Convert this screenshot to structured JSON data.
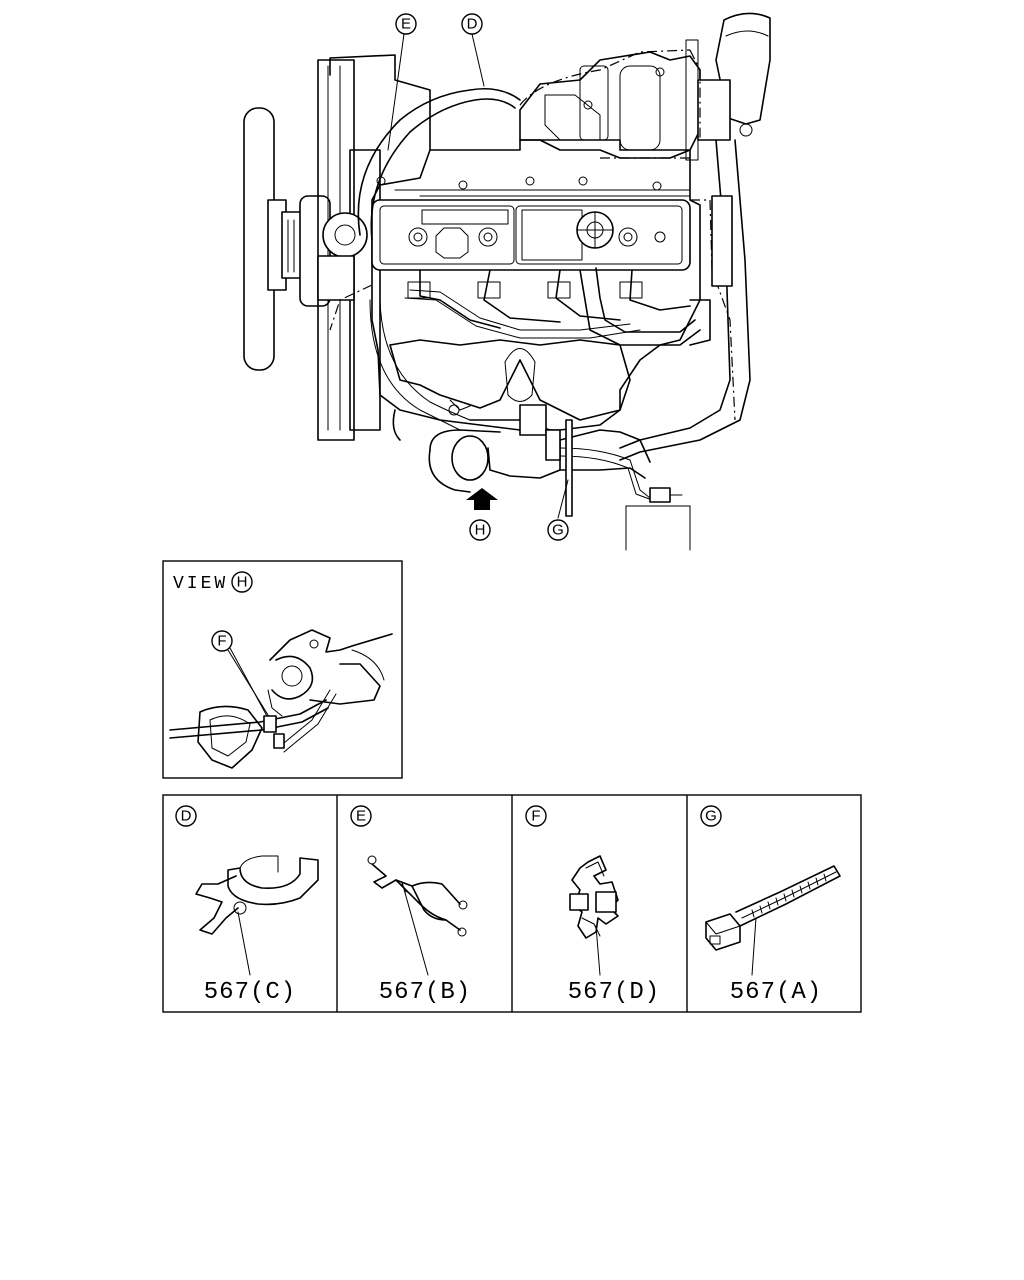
{
  "callouts": {
    "top_e": "E",
    "top_d": "D",
    "top_h": "H",
    "top_g": "G"
  },
  "view_panel": {
    "label": "VIEW",
    "target": "H",
    "callout_f": "F"
  },
  "parts": [
    {
      "ref": "D",
      "number": "567(C)"
    },
    {
      "ref": "E",
      "number": "567(B)"
    },
    {
      "ref": "F",
      "number": "567(D)"
    },
    {
      "ref": "G",
      "number": "567(A)"
    }
  ]
}
